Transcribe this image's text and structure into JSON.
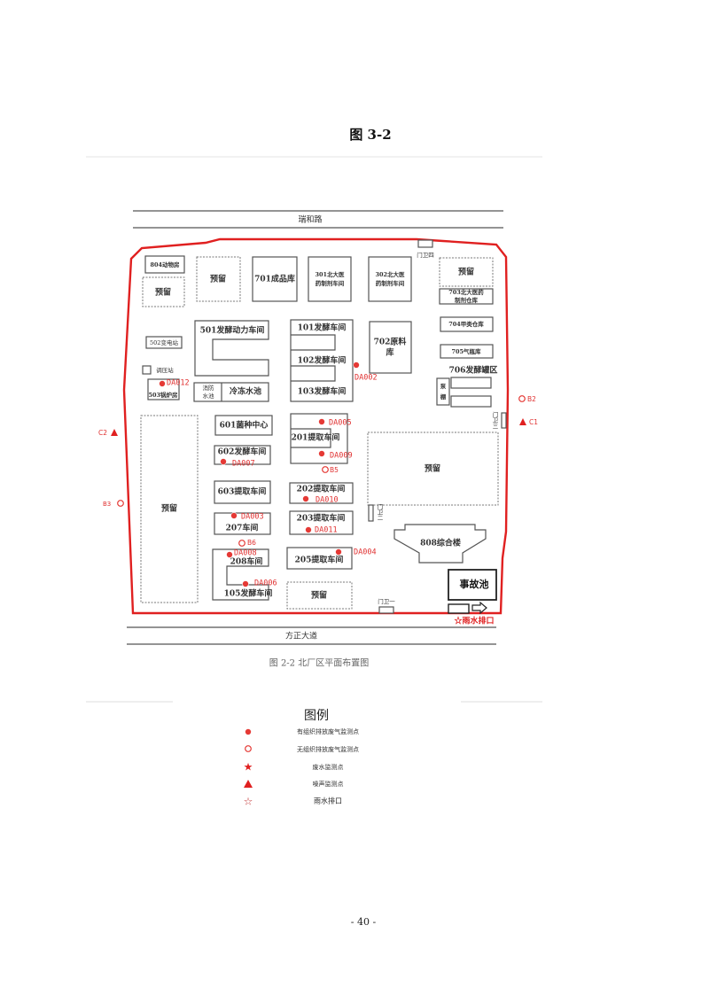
{
  "figure_title": "图 3-2",
  "roads": {
    "north": "瑞和路",
    "south": "方正大道"
  },
  "buildings": {
    "b804": "804动物房",
    "reserved": "预留",
    "b701": "701成品库",
    "b301a": "301北大医",
    "b301b": "药制剂车间",
    "b302a": "302北大医",
    "b302b": "药制剂车间",
    "gate4": "门卫四",
    "b703a": "703北大医药",
    "b703b": "制剂仓库",
    "b501": "501发酵动力车间",
    "b101": "101发酵车间",
    "b102": "102发酵车间",
    "b103": "103发酵车间",
    "b702a": "702原料",
    "b702b": "库",
    "b704": "704甲类仓库",
    "b705": "705气瓶库",
    "b706": "706发酵罐区",
    "pump_a": "泵",
    "pump_b": "棚",
    "b502": "502变电站",
    "regulator": "调压站",
    "b503": "503锅炉房",
    "fire_pool_a": "消防",
    "fire_pool_b": "水池",
    "cold_pool": "冷冻水池",
    "b601": "601菌种中心",
    "b201": "201提取车间",
    "b602": "602发酵车间",
    "b603": "603提取车间",
    "b202": "202提取车间",
    "b207": "207车间",
    "b203": "203提取车间",
    "b208": "208车间",
    "b105": "105发酵车间",
    "b205": "205提取车间",
    "b808": "808综合楼",
    "gate1": "门卫一",
    "gate2": "门卫二",
    "gate3": "门卫三",
    "accident_pool": "事故池",
    "rain_outlet": "☆雨水排口"
  },
  "points": {
    "DA012": "DA012",
    "DA002": "DA002",
    "DA005": "DA005",
    "DA009": "DA009",
    "DA007": "DA007",
    "DA010": "DA010",
    "DA003": "DA003",
    "DA011": "DA011",
    "DA008": "DA008",
    "DA004": "DA004",
    "DA006": "DA006",
    "B2": "B2",
    "B3": "B3",
    "B5": "B5",
    "B6": "B6",
    "C1": "C1",
    "C2": "C2"
  },
  "caption": "图 2-2   北厂区平面布置图",
  "legend": {
    "title": "图例",
    "items": [
      "有组织排放废气监测点",
      "无组织排放废气监测点",
      "废水监测点",
      "噪声监测点",
      "雨水排口"
    ]
  },
  "page_number": "- 40 -",
  "colors": {
    "boundary": "#e02020",
    "marker": "#e53935"
  }
}
